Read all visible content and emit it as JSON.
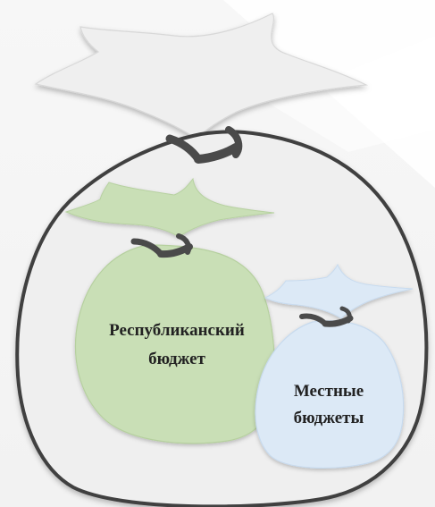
{
  "diagram": {
    "outer_bag": {
      "label": ""
    },
    "republican_budget": {
      "line1": "Республиканский",
      "line2": "бюджет"
    },
    "local_budgets": {
      "line1": "Местные",
      "line2": "бюджеты"
    },
    "colors": {
      "background": "#f4f4f4",
      "outer_bag_fill": "#efefef",
      "outer_bag_stroke": "#3f3f3f",
      "republican_fill": "#c9dfb6",
      "local_fill": "#dce9f6",
      "tie_color": "#4a4a4a",
      "text_color": "#222222"
    }
  }
}
